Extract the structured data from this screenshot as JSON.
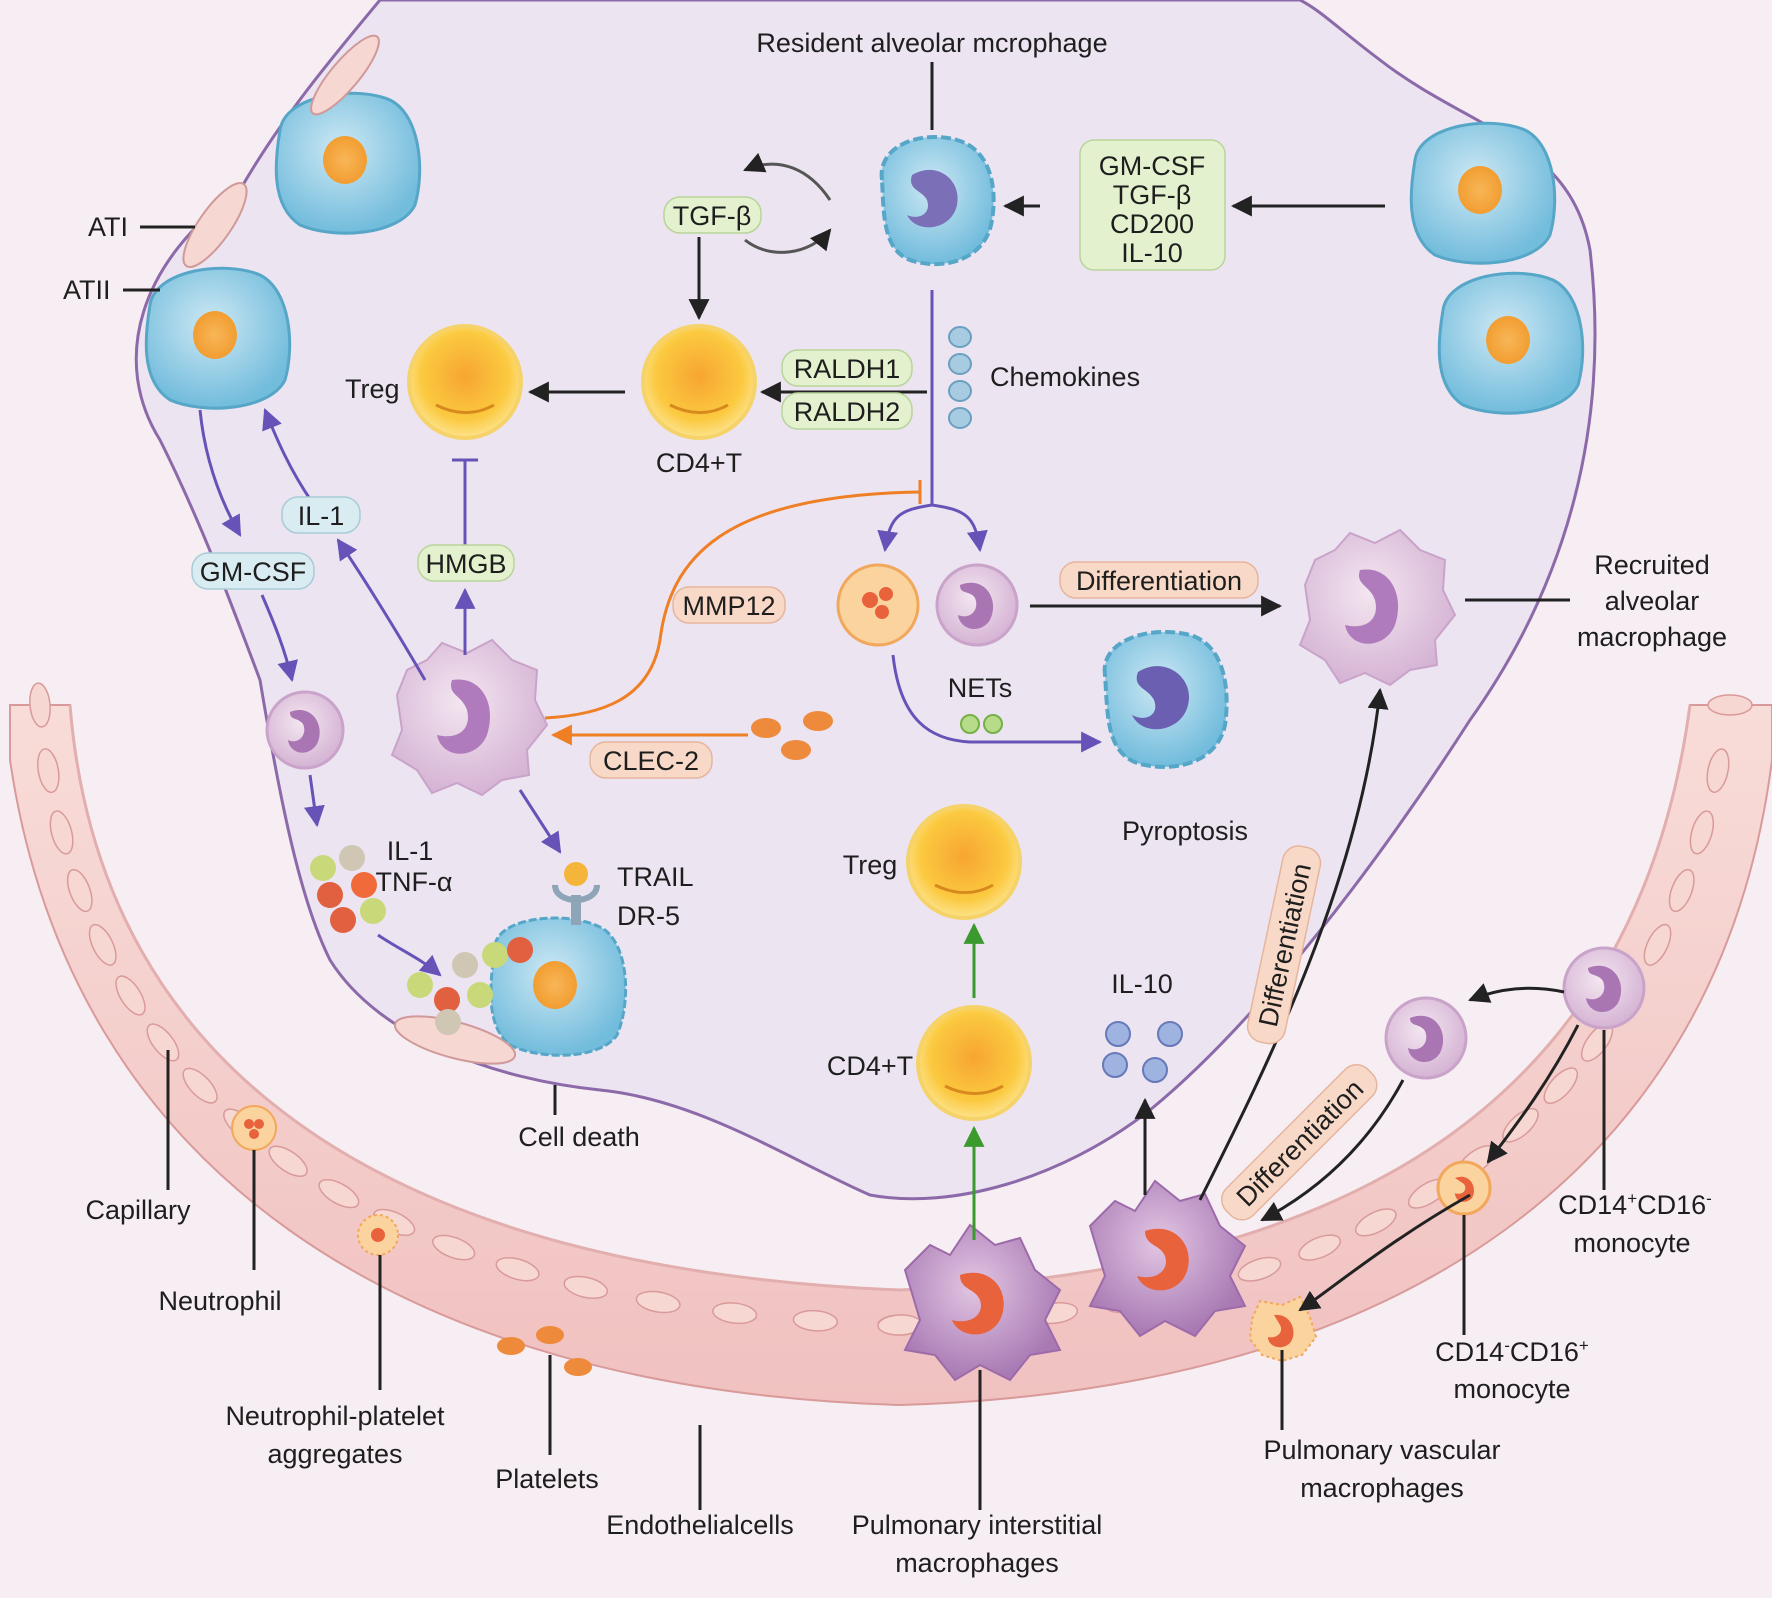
{
  "labels": {
    "resident_macrophage": "Resident alveolar mcrophage",
    "ati": "ATI",
    "atii": "ATII",
    "treg_top": "Treg",
    "cd4t_top": "CD4+T",
    "chemokines": "Chemokines",
    "nets": "NETs",
    "pyroptosis": "Pyroptosis",
    "recruited_1": "Recruited",
    "recruited_2": "alveolar",
    "recruited_3": "macrophage",
    "il1_tnf_1": "IL-1",
    "il1_tnf_2": "TNF-α",
    "trail": "TRAIL",
    "dr5": "DR-5",
    "cell_death": "Cell death",
    "treg_bottom": "Treg",
    "cd4t_bottom": "CD4+T",
    "il10": "IL-10",
    "capillary": "Capillary",
    "neutrophil": "Neutrophil",
    "npa_1": "Neutrophil-platelet",
    "npa_2": "aggregates",
    "platelets": "Platelets",
    "endothelial": "Endothelialcells",
    "pim_1": "Pulmonary interstitial",
    "pim_2": "macrophages",
    "pvm_1": "Pulmonary vascular",
    "pvm_2": "macrophages",
    "mono1_main": "CD14",
    "mono1_sup1": "+",
    "mono1_mid": "CD16",
    "mono1_sup2": "-",
    "mono1_line2": "monocyte",
    "mono2_main": "CD14",
    "mono2_sup1": "-",
    "mono2_mid": "CD16",
    "mono2_sup2": "+",
    "mono2_line2": "monocyte"
  },
  "pills": {
    "tgfb": "TGF-β",
    "factors": [
      "GM-CSF",
      "TGF-β",
      "CD200",
      "IL-10"
    ],
    "raldh1": "RALDH1",
    "raldh2": "RALDH2",
    "il1": "IL-1",
    "gmcsf": "GM-CSF",
    "hmgb": "HMGB",
    "mmp12": "MMP12",
    "clec2": "CLEC-2",
    "differentiation": "Differentiation",
    "diff_rot1": "Differentiation",
    "diff_rot2": "Differentiation"
  },
  "colors": {
    "background": "#f6eef3",
    "alveolus_fill": "#ece4f1",
    "alveolus_stroke": "#8c6aa9",
    "vessel_fill": "#f2c8c6",
    "endothelial_cell": "#f6d7d2",
    "epithelial_blue": "#7fc4e0",
    "nucleus_orange": "#f7a64a",
    "t_cell_yellow": "#f9c232",
    "macrophage_pink": "#d9bedb",
    "macrophage_purple": "#b07bbd",
    "purple_arrow": "#6753b8",
    "orange_arrow": "#ef7f24",
    "green_arrow": "#3a9a2e",
    "pill_green": "#e3f1cf",
    "pill_blue": "#d9ecf1",
    "pill_peach": "#f8d9c7"
  },
  "icons": [
    "epithelial-cell-icon",
    "t-cell-icon",
    "macrophage-icon",
    "monocyte-icon",
    "neutrophil-icon",
    "platelet-icon",
    "chemokine-icon",
    "trail-receptor-icon",
    "pyroptotic-macrophage-icon",
    "interstitial-macrophage-icon"
  ]
}
